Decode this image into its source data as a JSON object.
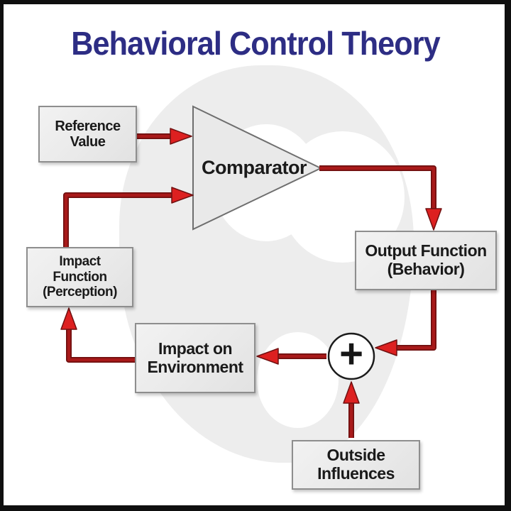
{
  "title": "Behavioral Control Theory",
  "colors": {
    "frame": "#0f0f0f",
    "canvas": "#ffffff",
    "title_text": "#2d2d84",
    "box_fill": "#e9e9e9",
    "box_border": "#8e8e8e",
    "box_text": "#1a1a1a",
    "triangle_fill": "#e9e9e9",
    "triangle_border": "#6e6e6e",
    "arrow_shaft": "#a81a1a",
    "arrow_casing": "#701010",
    "arrow_head": "#dd2020",
    "summing_circle_fill": "#ffffff",
    "summing_circle_border": "#1c1c1c",
    "watermark": "#ededed"
  },
  "diagram": {
    "reference_value": {
      "line1": "Reference",
      "line2": "Value"
    },
    "comparator": {
      "label": "Comparator"
    },
    "output_function": {
      "line1": "Output Function",
      "line2": "(Behavior)"
    },
    "impact_function": {
      "line1": "Impact",
      "line2": "Function",
      "line3": "(Perception)"
    },
    "impact_environment": {
      "line1": "Impact on",
      "line2": "Environment"
    },
    "outside_influences": {
      "line1": "Outside",
      "line2": "Influences"
    },
    "summing_junction": {
      "symbol": "+"
    }
  }
}
